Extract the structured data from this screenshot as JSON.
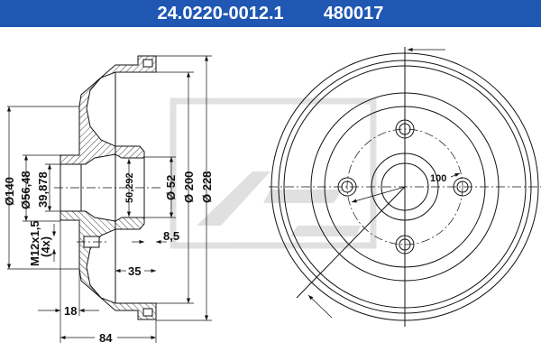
{
  "header": {
    "part_number": "24.0220-0012.1",
    "ate_number": "480017",
    "background": "#1f57b3"
  },
  "watermark": {
    "logo": "ATE"
  },
  "dimensions": {
    "d140": "Ø140",
    "d56": "Ø56,48",
    "d39": "39,878",
    "thread": "M12x1,5",
    "thread_count": "(4x)",
    "d50": "50,292",
    "d52": "Ø 52",
    "d200": "Ø 200",
    "d228": "Ø 228",
    "w85": "8,5",
    "w35": "35",
    "w18": "18",
    "w84": "84",
    "pcd": "100"
  }
}
